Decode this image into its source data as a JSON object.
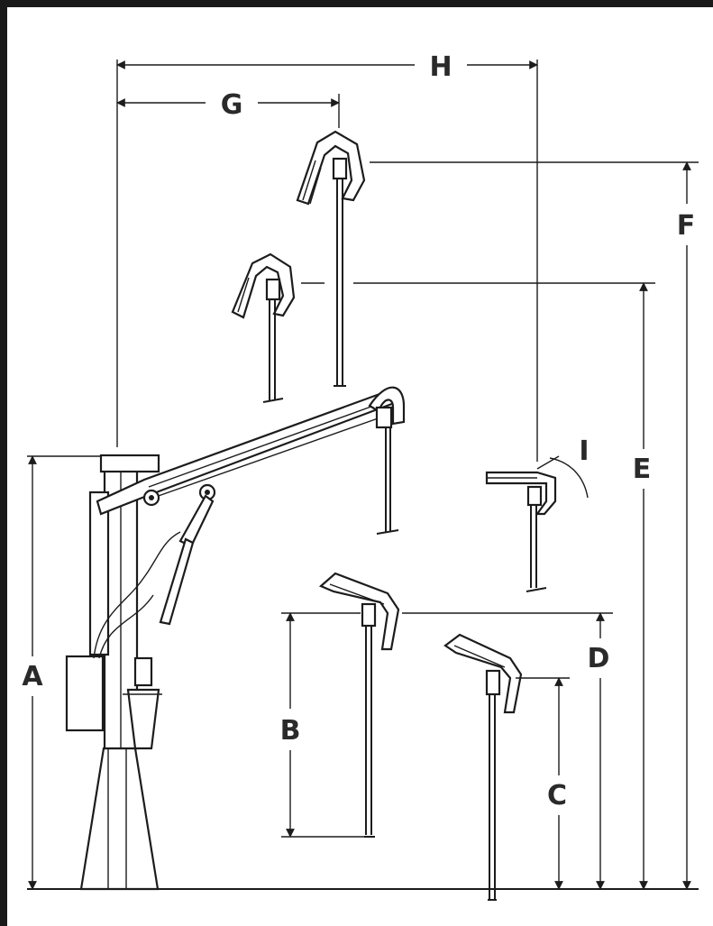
{
  "diagram": {
    "dimension_labels": {
      "A": "A",
      "B": "B",
      "C": "C",
      "D": "D",
      "E": "E",
      "F": "F",
      "G": "G",
      "H": "H",
      "I": "I"
    },
    "colors": {
      "ink": "#1c1c1c",
      "label": "#2a2a2a",
      "frame": "#1a1a1a",
      "background": "#ffffff"
    }
  }
}
